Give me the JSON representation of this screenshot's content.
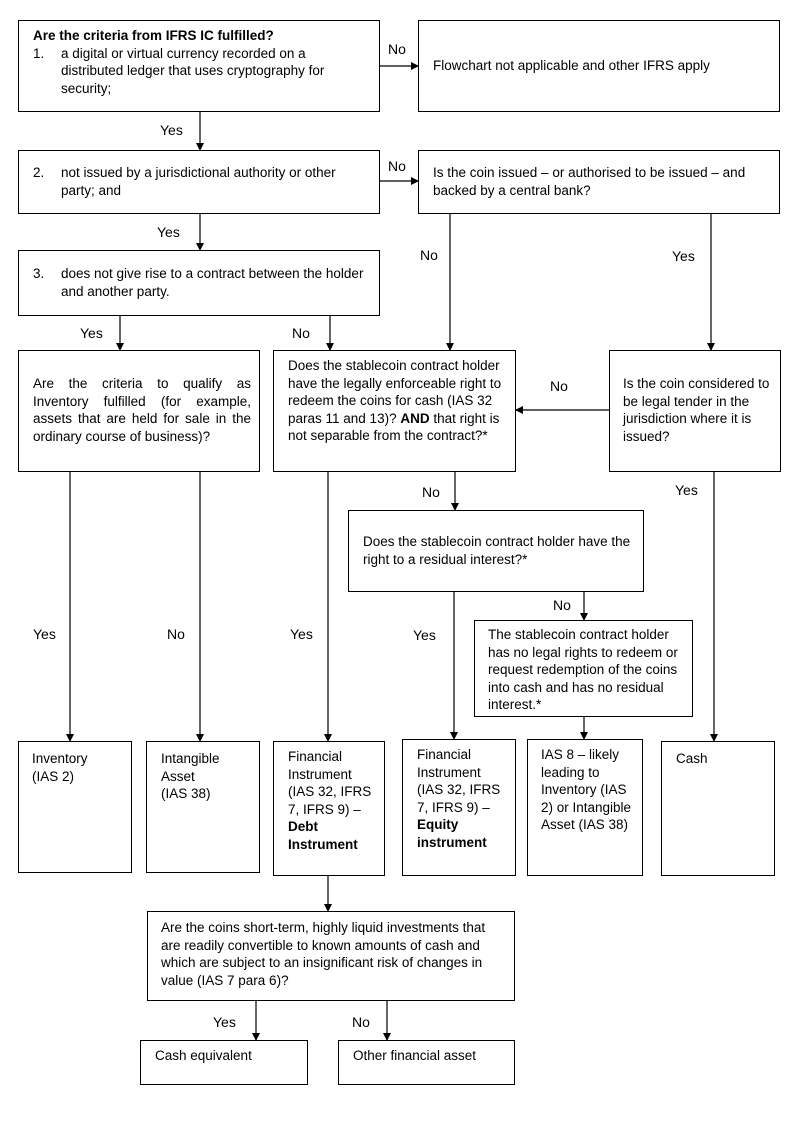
{
  "boxes": {
    "b1": {
      "heading": "Are the criteria from IFRS IC fulfilled?",
      "num": "1.",
      "text": "a digital or virtual currency recorded on a distributed ledger that uses cryptography for security;"
    },
    "b1_no": {
      "text": "Flowchart not applicable and other IFRS apply"
    },
    "b2": {
      "num": "2.",
      "text": "not issued by a jurisdictional authority or other party; and"
    },
    "b2_no": {
      "text": "Is the coin issued – or authorised to be issued – and backed by a central bank?"
    },
    "b3": {
      "num": "3.",
      "text": "does not give rise to a contract between the holder and another party."
    },
    "inventory_q": {
      "text": "Are the criteria to qualify as Inventory fulfilled (for example, assets that are held for sale in the ordinary course of business)?"
    },
    "redeem_q": {
      "pre": "Does the stablecoin contract holder have the legally enforceable right to redeem the coins for cash (IAS 32 paras 11 and 13)?",
      "bold": "AND",
      "post": "that right is not separable from the contract?*"
    },
    "legal_tender_q": {
      "text": "Is the coin considered to be legal tender in the jurisdiction where it is issued?"
    },
    "residual_q": {
      "text": "Does the stablecoin contract holder have the right to a residual interest?*"
    },
    "no_rights": {
      "text": "The stablecoin contract holder has no legal rights to redeem or request redemption of the coins into cash and has no residual interest.*"
    },
    "inventory": {
      "line1": "Inventory",
      "line2": "(IAS 2)"
    },
    "intangible": {
      "line1": "Intangible",
      "line2": "Asset",
      "line3": "(IAS 38)"
    },
    "debt": {
      "text": "Financial Instrument (IAS 32, IFRS 7, IFRS 9) –",
      "bold": "Debt Instrument"
    },
    "equity": {
      "text": "Financial Instrument (IAS 32, IFRS 7, IFRS 9) –",
      "bold": "Equity instrument"
    },
    "ias8": {
      "text": "IAS 8 – likely leading to Inventory (IAS 2) or Intangible Asset (IAS 38)"
    },
    "cash": {
      "text": "Cash"
    },
    "short_term_q": {
      "text": "Are the coins short-term, highly liquid investments that are readily convertible to known amounts of cash and which are subject to an insignificant risk of changes in value (IAS 7 para 6)?"
    },
    "cash_equiv": {
      "text": "Cash equivalent"
    },
    "other_fin": {
      "text": "Other financial asset"
    }
  },
  "labels": {
    "yes": "Yes",
    "no": "No"
  }
}
